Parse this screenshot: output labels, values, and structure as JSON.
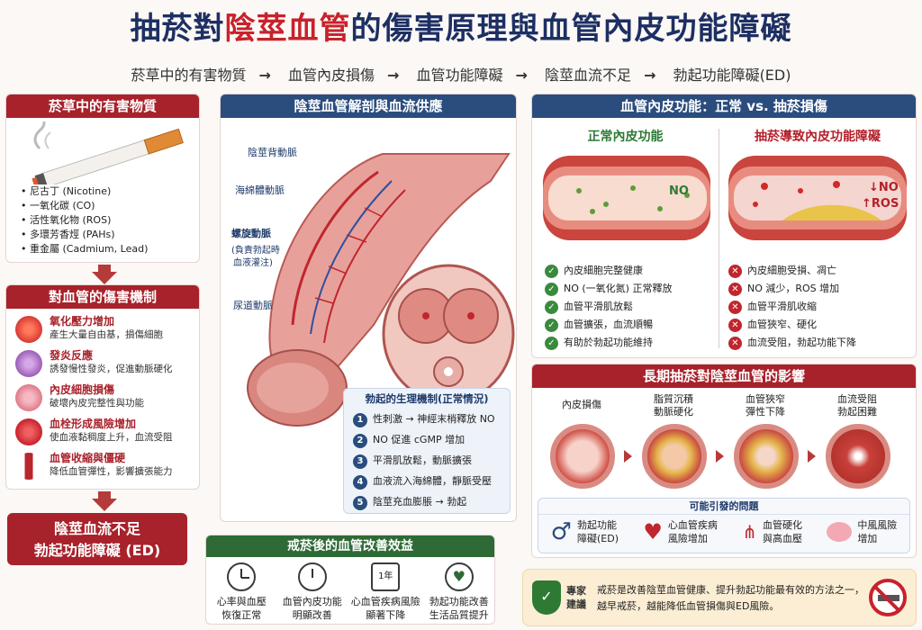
{
  "title": {
    "part1": "抽菸對",
    "part2": "陰莖血管",
    "part3": "的傷害原理與血管內皮功能障礙"
  },
  "flow": [
    "菸草中的有害物質",
    "血管內皮損傷",
    "血管功能障礙",
    "陰莖血流不足",
    "勃起功能障礙(ED)"
  ],
  "flow_arrow": "→",
  "tobacco": {
    "header": "菸草中的有害物質",
    "items": [
      "尼古丁 (Nicotine)",
      "一氧化碳 (CO)",
      "活性氧化物 (ROS)",
      "多環芳香烴 (PAHs)",
      "重金屬 (Cadmium, Lead)"
    ]
  },
  "mechanism": {
    "header": "對血管的傷害機制",
    "items": [
      {
        "title": "氧化壓力增加",
        "desc": "產生大量自由基，損傷細胞",
        "color": "#d93a33"
      },
      {
        "title": "發炎反應",
        "desc": "誘發慢性發炎，促進動脈硬化",
        "color": "#9b5fb5"
      },
      {
        "title": "內皮細胞損傷",
        "desc": "破壞內皮完整性與功能",
        "color": "#e07a8a"
      },
      {
        "title": "血栓形成風險增加",
        "desc": "使血液黏稠度上升，血流受阻",
        "color": "#c8222c"
      },
      {
        "title": "血管收縮與僵硬",
        "desc": "降低血管彈性，影響擴張能力",
        "color": "#b9262e"
      }
    ]
  },
  "ed_box": {
    "line1": "陰莖血流不足",
    "line2": "勃起功能障礙 (ED)"
  },
  "anatomy": {
    "header": "陰莖血管解剖與血流供應",
    "labels": {
      "dorsal": "陰莖背動脈",
      "cavernous": "海綿體動脈",
      "helicine": "螺旋動脈",
      "helicine_note1": "(負責勃起時",
      "helicine_note2": "血液灌注)",
      "urethral": "尿道動脈"
    },
    "mech_title": "勃起的生理機制(正常情況)",
    "mech_steps": [
      "性刺激 → 神經末梢釋放 NO",
      "NO 促進 cGMP 增加",
      "平滑肌放鬆，動脈擴張",
      "血液流入海綿體，靜脈受壓",
      "陰莖充血膨脹 → 勃起"
    ]
  },
  "quit": {
    "header": "戒菸後的血管改善效益",
    "items": [
      {
        "line1": "心率與血壓",
        "line2": "恢復正常",
        "icon": "clock-icon",
        "badge": ""
      },
      {
        "line1": "血管內皮功能",
        "line2": "明顯改善",
        "icon": "clock-icon",
        "badge": ""
      },
      {
        "line1": "心血管疾病風險",
        "line2": "顯著下降",
        "icon": "calendar-icon",
        "badge": "1年"
      },
      {
        "line1": "勃起功能改善",
        "line2": "生活品質提升",
        "icon": "heart-hands-icon",
        "badge": ""
      }
    ]
  },
  "endothelium": {
    "header": "血管內皮功能：正常 vs. 抽菸損傷",
    "normal_title": "正常內皮功能",
    "damaged_title": "抽菸導致內皮功能障礙",
    "normal_label": "NO",
    "damaged_label1": "↓NO",
    "damaged_label2": "↑ROS",
    "normal_points": [
      "內皮細胞完整健康",
      "NO (一氧化氮) 正常釋放",
      "血管平滑肌放鬆",
      "血管擴張，血流順暢",
      "有助於勃起功能維持"
    ],
    "damaged_points": [
      "內皮細胞受損、凋亡",
      "NO 減少，ROS 增加",
      "血管平滑肌收縮",
      "血管狹窄、硬化",
      "血流受阻，勃起功能下降"
    ],
    "check": "✓",
    "cross": "✕"
  },
  "longterm": {
    "header": "長期抽菸對陰莖血管的影響",
    "stages": [
      {
        "line1": "內皮損傷",
        "line2": ""
      },
      {
        "line1": "脂質沉積",
        "line2": "動脈硬化"
      },
      {
        "line1": "血管狹窄",
        "line2": "彈性下降"
      },
      {
        "line1": "血流受阻",
        "line2": "勃起困難"
      }
    ],
    "problems_title": "可能引發的問題",
    "problems": [
      {
        "line1": "勃起功能",
        "line2": "障礙(ED)",
        "icon": "male-symbol-icon"
      },
      {
        "line1": "心血管疾病",
        "line2": "風險增加",
        "icon": "heart-icon"
      },
      {
        "line1": "血管硬化",
        "line2": "與高血壓",
        "icon": "vessel-icon"
      },
      {
        "line1": "中風風險",
        "line2": "增加",
        "icon": "brain-icon"
      }
    ]
  },
  "expert": {
    "label1": "專家",
    "label2": "建議",
    "line1": "戒菸是改善陰莖血管健康、提升勃起功能最有效的方法之一，",
    "line2": "越早戒菸，越能降低血管損傷與ED風險。"
  }
}
